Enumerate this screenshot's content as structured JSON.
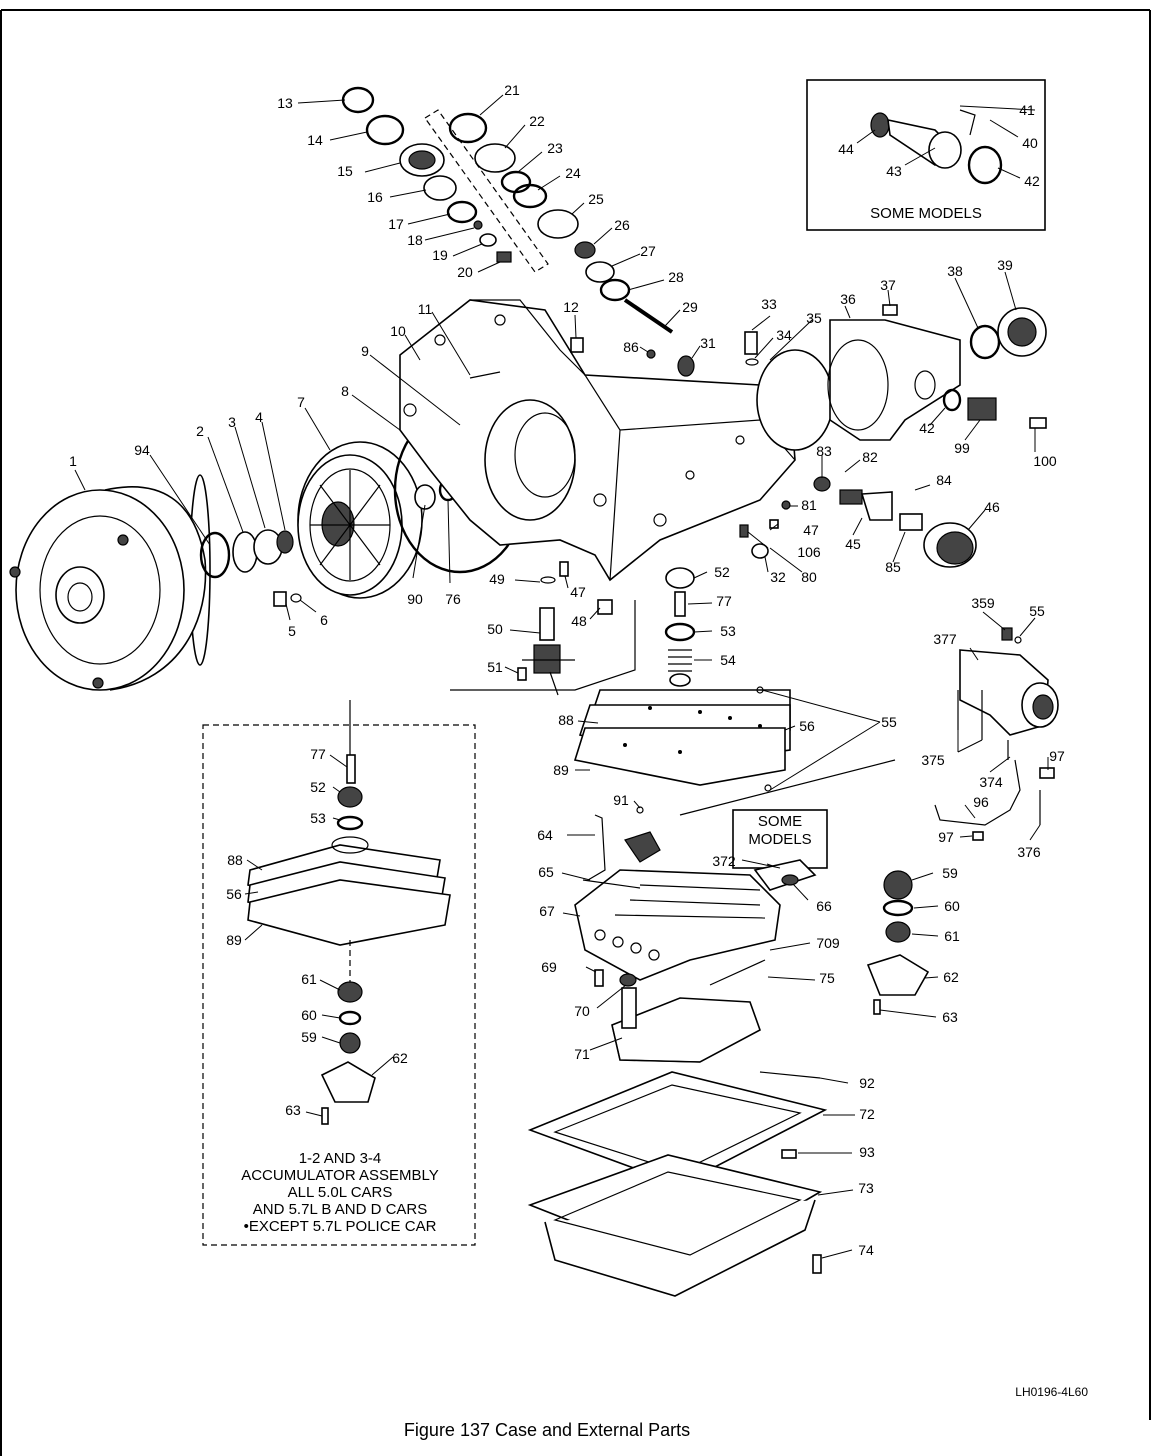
{
  "figure": {
    "caption": "Figure 137 Case and External Parts",
    "code": "LH0196-4L60"
  },
  "inset_top": {
    "title": "SOME MODELS"
  },
  "inset_mid": {
    "title_line1": "SOME",
    "title_line2": "MODELS"
  },
  "inset_left": {
    "line1": "1-2 AND 3-4",
    "line2": "ACCUMULATOR ASSEMBLY",
    "line3": "ALL 5.0L CARS",
    "line4": "AND 5.7L B AND D CARS",
    "line5": "•EXCEPT 5.7L POLICE CAR"
  },
  "part_labels": {
    "n1": "1",
    "n2": "2",
    "n3": "3",
    "n4": "4",
    "n5": "5",
    "n6": "6",
    "n7": "7",
    "n8": "8",
    "n9": "9",
    "n10": "10",
    "n11": "11",
    "n12": "12",
    "n13": "13",
    "n14": "14",
    "n15": "15",
    "n16": "16",
    "n17": "17",
    "n18": "18",
    "n19": "19",
    "n20": "20",
    "n21": "21",
    "n22": "22",
    "n23": "23",
    "n24": "24",
    "n25": "25",
    "n26": "26",
    "n27": "27",
    "n28": "28",
    "n29": "29",
    "n31": "31",
    "n32": "32",
    "n33": "33",
    "n34": "34",
    "n35": "35",
    "n36": "36",
    "n37": "37",
    "n38": "38",
    "n39": "39",
    "n40": "40",
    "n41": "41",
    "n42a": "42",
    "n42b": "42",
    "n43": "43",
    "n44": "44",
    "n45": "45",
    "n46": "46",
    "n47a": "47",
    "n47b": "47",
    "n48": "48",
    "n49": "49",
    "n50": "50",
    "n51": "51",
    "n52a": "52",
    "n52b": "52",
    "n53a": "53",
    "n53b": "53",
    "n54": "54",
    "n55a": "55",
    "n55b": "55",
    "n56a": "56",
    "n56b": "56",
    "n59a": "59",
    "n59b": "59",
    "n60a": "60",
    "n60b": "60",
    "n61a": "61",
    "n61b": "61",
    "n62a": "62",
    "n62b": "62",
    "n63a": "63",
    "n63b": "63",
    "n64": "64",
    "n65": "65",
    "n66": "66",
    "n67": "67",
    "n69": "69",
    "n70": "70",
    "n71": "71",
    "n72": "72",
    "n73": "73",
    "n74": "74",
    "n75": "75",
    "n76": "76",
    "n77a": "77",
    "n77b": "77",
    "n80": "80",
    "n81": "81",
    "n82": "82",
    "n83": "83",
    "n84": "84",
    "n85": "85",
    "n86": "86",
    "n88a": "88",
    "n88b": "88",
    "n89a": "89",
    "n89b": "89",
    "n90": "90",
    "n91": "91",
    "n92": "92",
    "n93": "93",
    "n94": "94",
    "n96": "96",
    "n97a": "97",
    "n97b": "97",
    "n99": "99",
    "n100": "100",
    "n106": "106",
    "n359": "359",
    "n372": "372",
    "n374": "374",
    "n375": "375",
    "n376": "376",
    "n377": "377",
    "n709": "709"
  }
}
